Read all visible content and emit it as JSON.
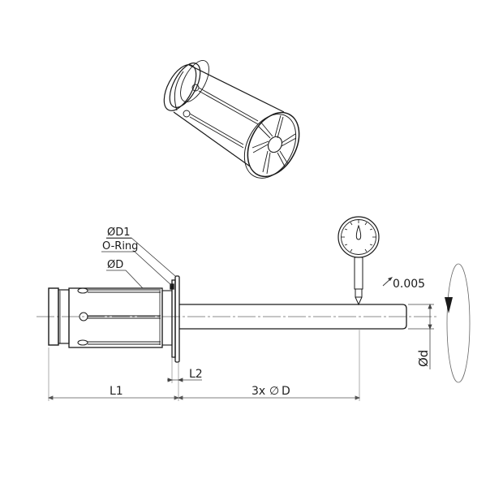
{
  "drawing": {
    "type": "technical-drawing",
    "subject": "hydraulic chuck collet (reduction sleeve)",
    "views": [
      "isometric-3d-view",
      "side-section-view-with-test-arbor"
    ],
    "colors": {
      "line": "#1a1a1a",
      "thin_line": "#555555",
      "background": "#ffffff"
    }
  },
  "labels": {
    "d1": "ØD1",
    "o_ring": "O-Ring",
    "d": "ØD",
    "runout_tolerance": "0.005",
    "shaft_diameter": "Ød",
    "l1": "L1",
    "l2": "L2",
    "test_length": "3x",
    "test_length_symbol": "∅",
    "test_length_ref": "D"
  },
  "icons": {
    "dial_indicator": "dial-gauge-icon",
    "rotation_arrow": "rotation-arrow-icon",
    "runout_symbol": "runout-arrow-icon"
  }
}
